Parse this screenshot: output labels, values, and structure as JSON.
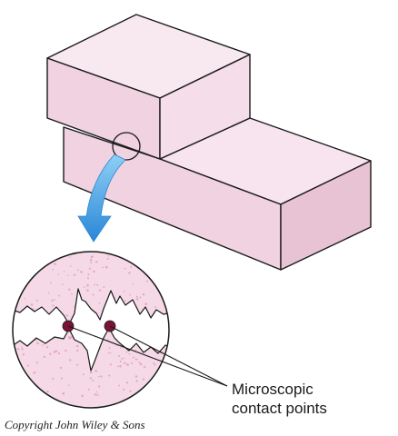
{
  "figure": {
    "label_lines": [
      "Microscopic",
      "contact points"
    ],
    "copyright": "Copyright John Wiley & Sons"
  },
  "colors": {
    "block_face_light": "#f7e4ee",
    "block_face_mid": "#f0d2e0",
    "block_face_dark": "#e8c3d4",
    "outline": "#1a1a1a",
    "magnified_bg": "#f5d9e6",
    "speckle": "#e3a6bd",
    "contact_point": "#7a1436",
    "arrow_light": "#8ed0f5",
    "arrow_dark": "#2a86d6"
  },
  "icons": [
    "magnifier-circle-icon",
    "down-arrow-icon",
    "contact-point-marker-icon"
  ]
}
